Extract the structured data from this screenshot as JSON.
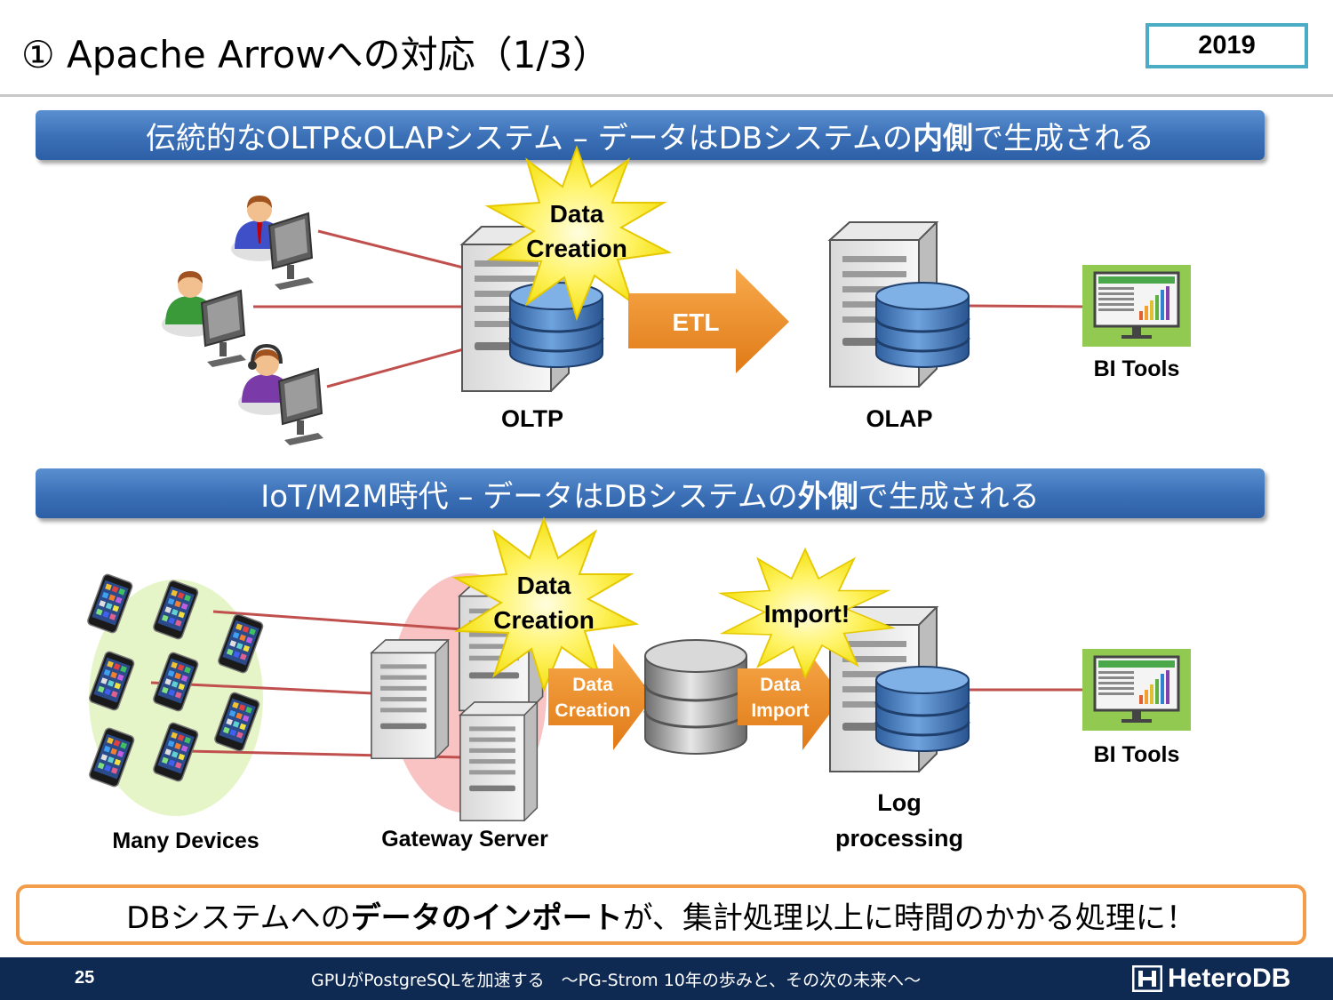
{
  "slide": {
    "title": "① Apache Arrowへの対応（1/3）",
    "year": "2019"
  },
  "banner1": {
    "pre": "伝統的なOLTP&OLAPシステム – データはDBシステムの",
    "bold": "内側",
    "post": "で生成される"
  },
  "banner2": {
    "pre": "IoT/M2M時代 – データはDBシステムの",
    "bold": "外側",
    "post": "で生成される"
  },
  "diagram1": {
    "burst_line1": "Data",
    "burst_line2": "Creation",
    "arrow_label": "ETL",
    "oltp_label": "OLTP",
    "olap_label": "OLAP",
    "bi_label": "BI Tools"
  },
  "diagram2": {
    "burst1_line1": "Data",
    "burst1_line2": "Creation",
    "burst2": "Import!",
    "arrow1_line1": "Data",
    "arrow1_line2": "Creation",
    "arrow2_line1": "Data",
    "arrow2_line2": "Import",
    "devices_label": "Many Devices",
    "gateway_label": "Gateway Server",
    "log_line1": "Log",
    "log_line2": "processing",
    "bi_label": "BI Tools"
  },
  "callout": {
    "pre": "DBシステムへの",
    "bold": "データのインポート",
    "post": "が、集計処理以上に時間のかかる処理に！"
  },
  "footer": {
    "page": "25",
    "text": "GPUがPostgreSQLを加速する　～PG-Strom 10年の歩みと、その次の未来へ～",
    "brand": "HeteroDB"
  },
  "colors": {
    "banner": "#3a6fb6",
    "arrow": "#f08a24",
    "callout_border": "#f39c4a",
    "year_border": "#4bacc6",
    "footer": "#0f2a52",
    "burst": "#fff200"
  }
}
